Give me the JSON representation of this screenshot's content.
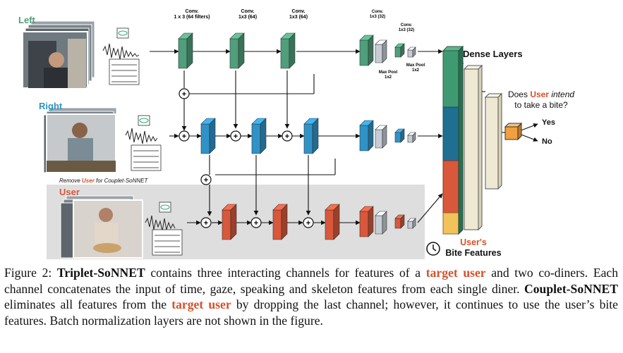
{
  "diagram": {
    "channels": {
      "left": "Left",
      "right": "Right",
      "user": "User"
    },
    "remove_note": {
      "prefix": "Remove ",
      "highlight": "User",
      "suffix": " for Couplet-SoNNET"
    },
    "conv_labels": {
      "c1_line1": "Conv.",
      "c1_line2": "1 x 3 (64 filters)",
      "c2_line1": "Conv.",
      "c2_line2": "1x3 (64)",
      "c3_line1": "Conv.",
      "c3_line2": "1x3 (64)",
      "c4_line1": "Conv.",
      "c4_line2": "1x3 (32)",
      "c5_line1": "Conv.",
      "c5_line2": "1x3 (32)",
      "mp1_line1": "Max Pool",
      "mp1_line2": "1x2",
      "mp2_line1": "Max Pool",
      "mp2_line2": "1x2"
    },
    "dense_layers": "Dense Layers",
    "question": {
      "line1_prefix": "Does ",
      "line1_highlight": "User",
      "line1_italic": "intend",
      "line2": "to take a bite?"
    },
    "outputs": [
      "Yes",
      "No"
    ],
    "bite_features": {
      "line1": "User's",
      "line2": "Bite Features"
    },
    "plus_symbol": "+",
    "colors": {
      "green": "#4f9e7c",
      "blue": "#2f93c8",
      "orange": "#d9573a",
      "accent_text": "#d4512b",
      "user_panel": "#dedede",
      "dense": "#efe9d4",
      "bite_yellow": "#f2c35a",
      "output_cube": "#f0a040"
    }
  },
  "caption": {
    "figure_label": "Figure 2: ",
    "model1": "Triplet-SoNNET",
    "t1": " contains three interacting channels for features of a ",
    "target1": "target user",
    "t2": " and two co-diners. Each channel concatenates the input of time, gaze, speaking and skeleton features from each single diner. ",
    "model2": "Couplet-SoNNET",
    "t3": " eliminates all features from the ",
    "target2": "target user",
    "t4": " by dropping the last channel; however, it continues to use the user’s bite features. Batch normalization layers are not shown in the figure."
  }
}
